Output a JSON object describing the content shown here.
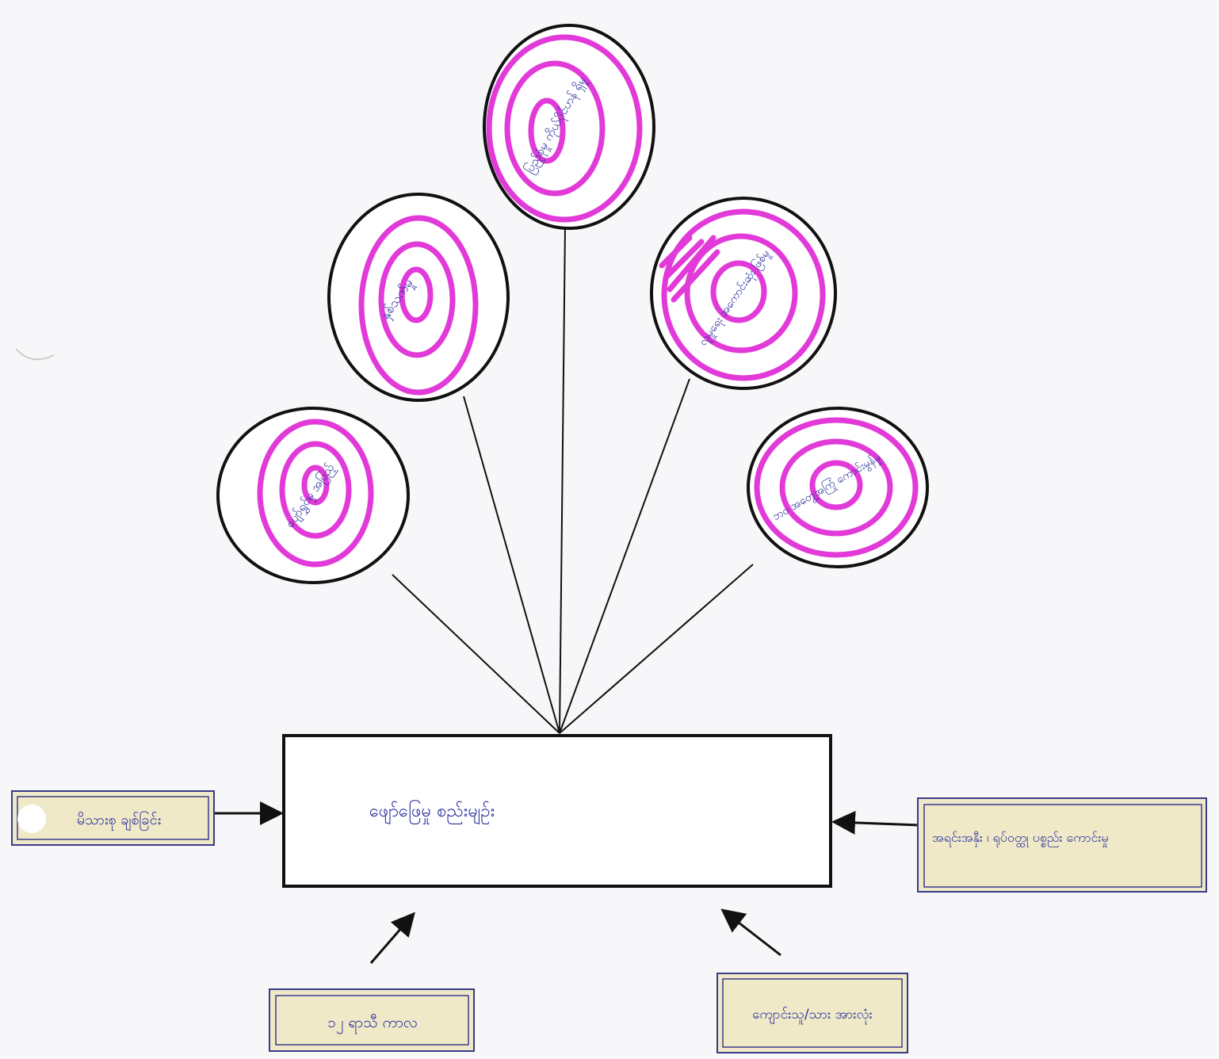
{
  "colors": {
    "swirl": "#e23ad8",
    "ink": "#2a2f9c",
    "label_fill": "#efe9c8",
    "outline": "#111111"
  },
  "center": {
    "label": "ဖျော်ဖြေမှု စည်းမျဉ်း"
  },
  "balloons": [
    {
      "label": "ပျော်ရွှင်မှု အပြည့်"
    },
    {
      "label": "နှစ်သက်မှု"
    },
    {
      "label": "ပြည့်စုံမှု ကိုယ်ပိုင်ဟန် ရှိမှု"
    },
    {
      "label": "လူမှုရေး အကောင်းဆုံး ဖြစ်မှု"
    },
    {
      "label": "ဘဝ အတွေ့အကြုံ ကောင်းမွန်မှု"
    }
  ],
  "inputs": [
    {
      "label": "မိသားစု ချစ်ခြင်း"
    },
    {
      "label": "အရင်းအနှီး ၊ ရုပ်ဝတ္ထု ပစ္စည်း ကောင်းမှု"
    },
    {
      "label": "၁၂ ရာသီ ကာလ"
    },
    {
      "label": "ကျောင်းသူ/သား အားလုံး"
    }
  ]
}
